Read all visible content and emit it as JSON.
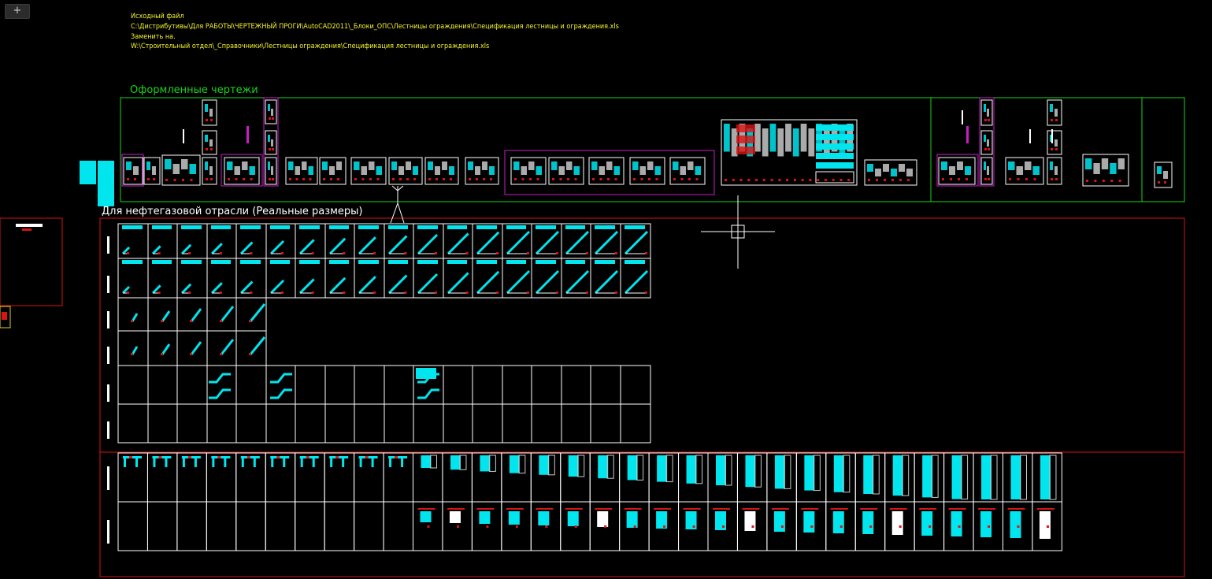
{
  "toolbar": {
    "add_tab_label": "+"
  },
  "notes": {
    "source_label": "Исходный файл",
    "source_path": "C:\\Дистрибутивы\\Для РАБОТЫ\\ЧЕРТЕЖНЫЙ ПРОГИ\\AutoCAD2011\\_Блоки_ОПС\\Лестницы ограждения\\Спецификация лестницы и ограждения.xls",
    "replace_label": "Заменить на.",
    "replace_path": "W:\\Строительный отдел\\_Справочники\\Лестницы ограждения\\Спецификация лестницы и ограждения.xls"
  },
  "sections": {
    "drawings_title": "Оформленные чертежи",
    "oilgas_title": "Для нефтегазовой отрасли (Реальные размеры)"
  },
  "colors": {
    "background": "#000000",
    "note_text": "#f5f32c",
    "green_frame": "#18d61a",
    "red_frame": "#d91414",
    "magenta_frame": "#c81ec8",
    "white_grid": "#ffffff",
    "cyan_block": "#00e5ee"
  },
  "icons": {
    "crosshair": "crosshair-cursor-icon"
  }
}
